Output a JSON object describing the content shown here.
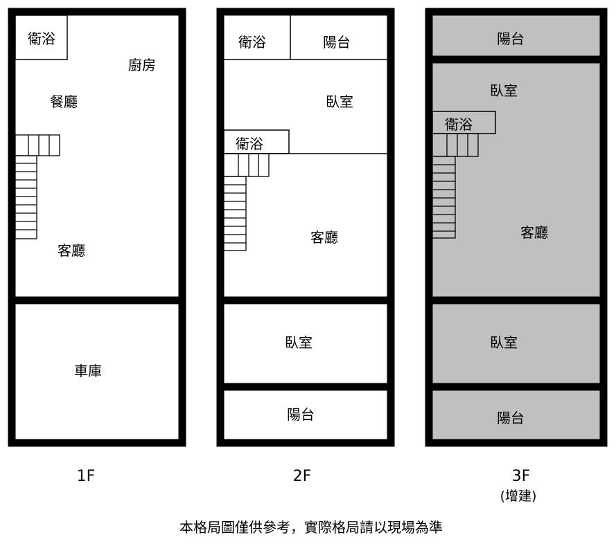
{
  "floors": {
    "f1": {
      "label": "1F",
      "rooms": {
        "bathroom": "衛浴",
        "kitchen": "廚房",
        "dining": "餐廳",
        "living": "客廳",
        "garage": "車庫"
      }
    },
    "f2": {
      "label": "2F",
      "rooms": {
        "bathroom_top": "衛浴",
        "balcony_top": "陽台",
        "bedroom_top": "臥室",
        "bathroom_mid": "衛浴",
        "living": "客廳",
        "bedroom_bottom": "臥室",
        "balcony_bottom": "陽台"
      }
    },
    "f3": {
      "label": "3F",
      "sublabel": "(增建)",
      "fill_color": "#c0c0c0",
      "rooms": {
        "balcony_top": "陽台",
        "bedroom_top": "臥室",
        "bathroom": "衛浴",
        "living": "客廳",
        "bedroom_bottom": "臥室",
        "balcony_bottom": "陽台"
      }
    }
  },
  "footer": {
    "note": "本格局圖僅供參考，實際格局請以現場為準"
  }
}
